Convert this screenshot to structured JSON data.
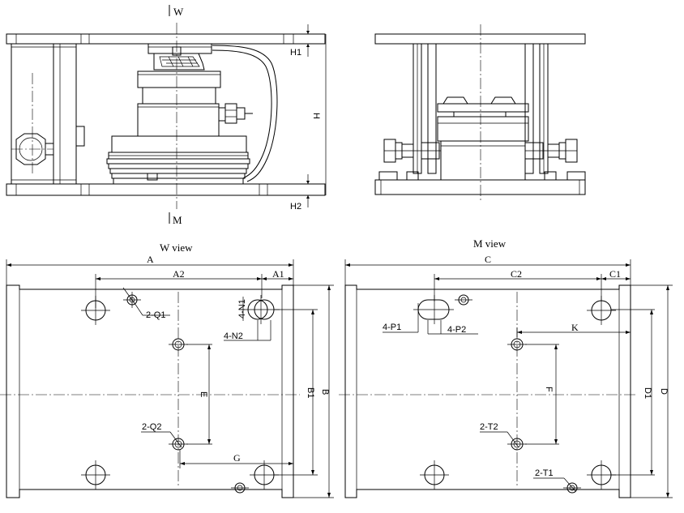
{
  "top_markers": {
    "w_mark": "W",
    "m_mark": "M"
  },
  "side_dims": {
    "h1": "H1",
    "h": "H",
    "h2": "H2"
  },
  "w_view": {
    "title": "W view",
    "a": "A",
    "a2": "A2",
    "a1": "A1",
    "q1": "2-Q1",
    "n1": "4-N1",
    "n2": "4-N2",
    "e": "E",
    "b1": "B1",
    "b": "B",
    "q2": "2-Q2",
    "g": "G"
  },
  "m_view": {
    "title": "M view",
    "c": "C",
    "c2": "C2",
    "c1": "C1",
    "p1": "4-P1",
    "p2": "4-P2",
    "k": "K",
    "f": "F",
    "d1": "D1",
    "d": "D",
    "t2": "2-T2",
    "t1": "2-T1"
  }
}
